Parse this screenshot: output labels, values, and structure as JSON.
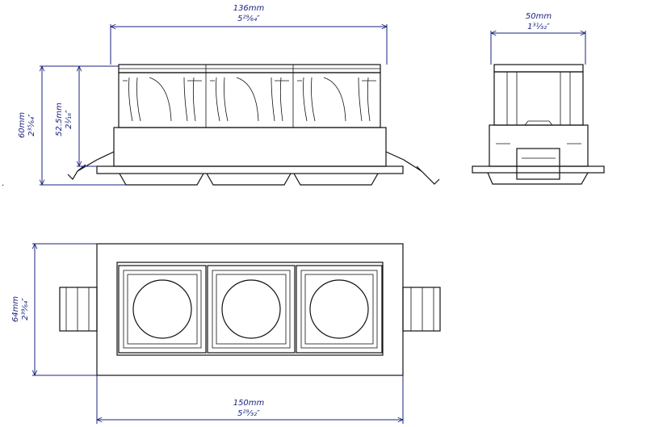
{
  "colors": {
    "line": "#111111",
    "dimension": "#1a237e",
    "background": "#ffffff"
  },
  "dimensions": {
    "front_width": {
      "mm": "136mm",
      "inch": "5²⁹⁄₆₄″"
    },
    "side_width": {
      "mm": "50mm",
      "inch": "1³¹⁄₃₂″"
    },
    "total_height": {
      "mm": "60mm",
      "inch": "2³⁵⁄₆₄″"
    },
    "body_height": {
      "mm": "52.5mm",
      "inch": "2¹⁄₁₆″"
    },
    "top_height": {
      "mm": "64mm",
      "inch": "2³⁹⁄₆₄″"
    },
    "top_width": {
      "mm": "150mm",
      "inch": "5²⁹⁄₃₂″"
    }
  }
}
